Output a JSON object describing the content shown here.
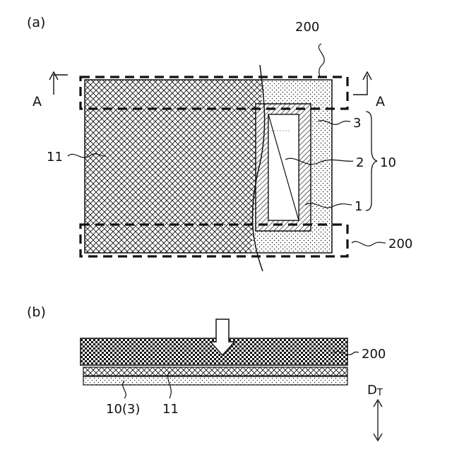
{
  "figure_a": {
    "panel_label": "(a)",
    "section_left": "A",
    "section_right": "A",
    "ref_200_top": "200",
    "ref_200_right": "200",
    "ref_11": "11",
    "ref_3": "3",
    "ref_2": "2",
    "ref_1": "1",
    "ref_10": "10"
  },
  "figure_b": {
    "panel_label": "(b)",
    "ref_200": "200",
    "ref_10_3": "10(3)",
    "ref_11": "11",
    "direction_label": "D",
    "direction_subscript": "T"
  },
  "colors": {
    "ink": "#111111",
    "background": "#ffffff"
  }
}
